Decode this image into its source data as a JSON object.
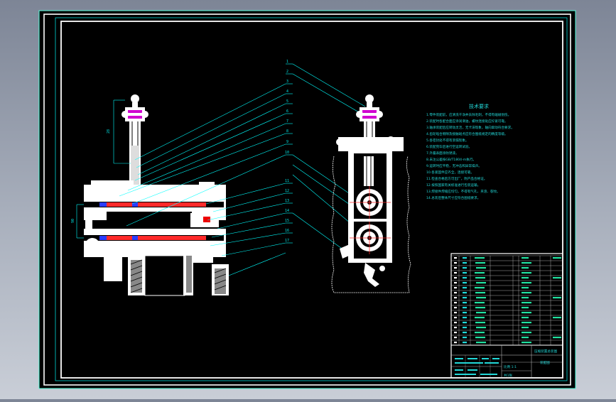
{
  "drawing": {
    "notes_title": "技术要求",
    "notes": [
      "1.零件装配前，应清洗干净并去除毛刺，不得有磕碰划伤。",
      "2.装配时各配合面应涂润滑油，螺纹连接处应拧紧可靠。",
      "3.轴承装配后应转动灵活，无卡滞现象，轴向窜动符合要求。",
      "4.齿轮啮合侧隙及接触斑点应符合图纸规定的精度等级。",
      "5.各密封处不得有渗漏现象。",
      "6.装配完毕后进行空运转试验。",
      "7.外露表面涂防锈漆。",
      "8.未注公差按GB/T1804-m执行。",
      "9.运转时应平稳，无冲击和异常噪声。",
      "10.各紧固件应齐全，连接可靠。",
      "11.检查合格后方可出厂，附产品合格证。",
      "12.按照国家有关标准进行包装运输。",
      "13.焊接件焊缝应均匀，不得有气孔、夹渣、裂纹。",
      "14.总装后整体尺寸应符合图纸要求。"
    ],
    "callouts": [
      "1",
      "2",
      "3",
      "4",
      "5",
      "6",
      "7",
      "8",
      "9",
      "10",
      "11",
      "12",
      "13",
      "14",
      "15",
      "16",
      "17"
    ],
    "title_block": {
      "name": "压缩装置总装图",
      "sheet": "装配图",
      "label_a": "比例 1:1",
      "label_b": "共1张"
    }
  }
}
